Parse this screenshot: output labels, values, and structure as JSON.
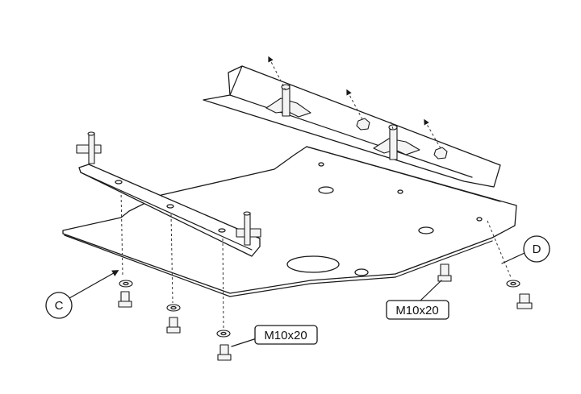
{
  "callouts": {
    "c": "C",
    "d": "D",
    "bolt_left": "M10x20",
    "bolt_right": "M10x20"
  },
  "colors": {
    "line": "#1a1a1a",
    "background": "#ffffff"
  }
}
